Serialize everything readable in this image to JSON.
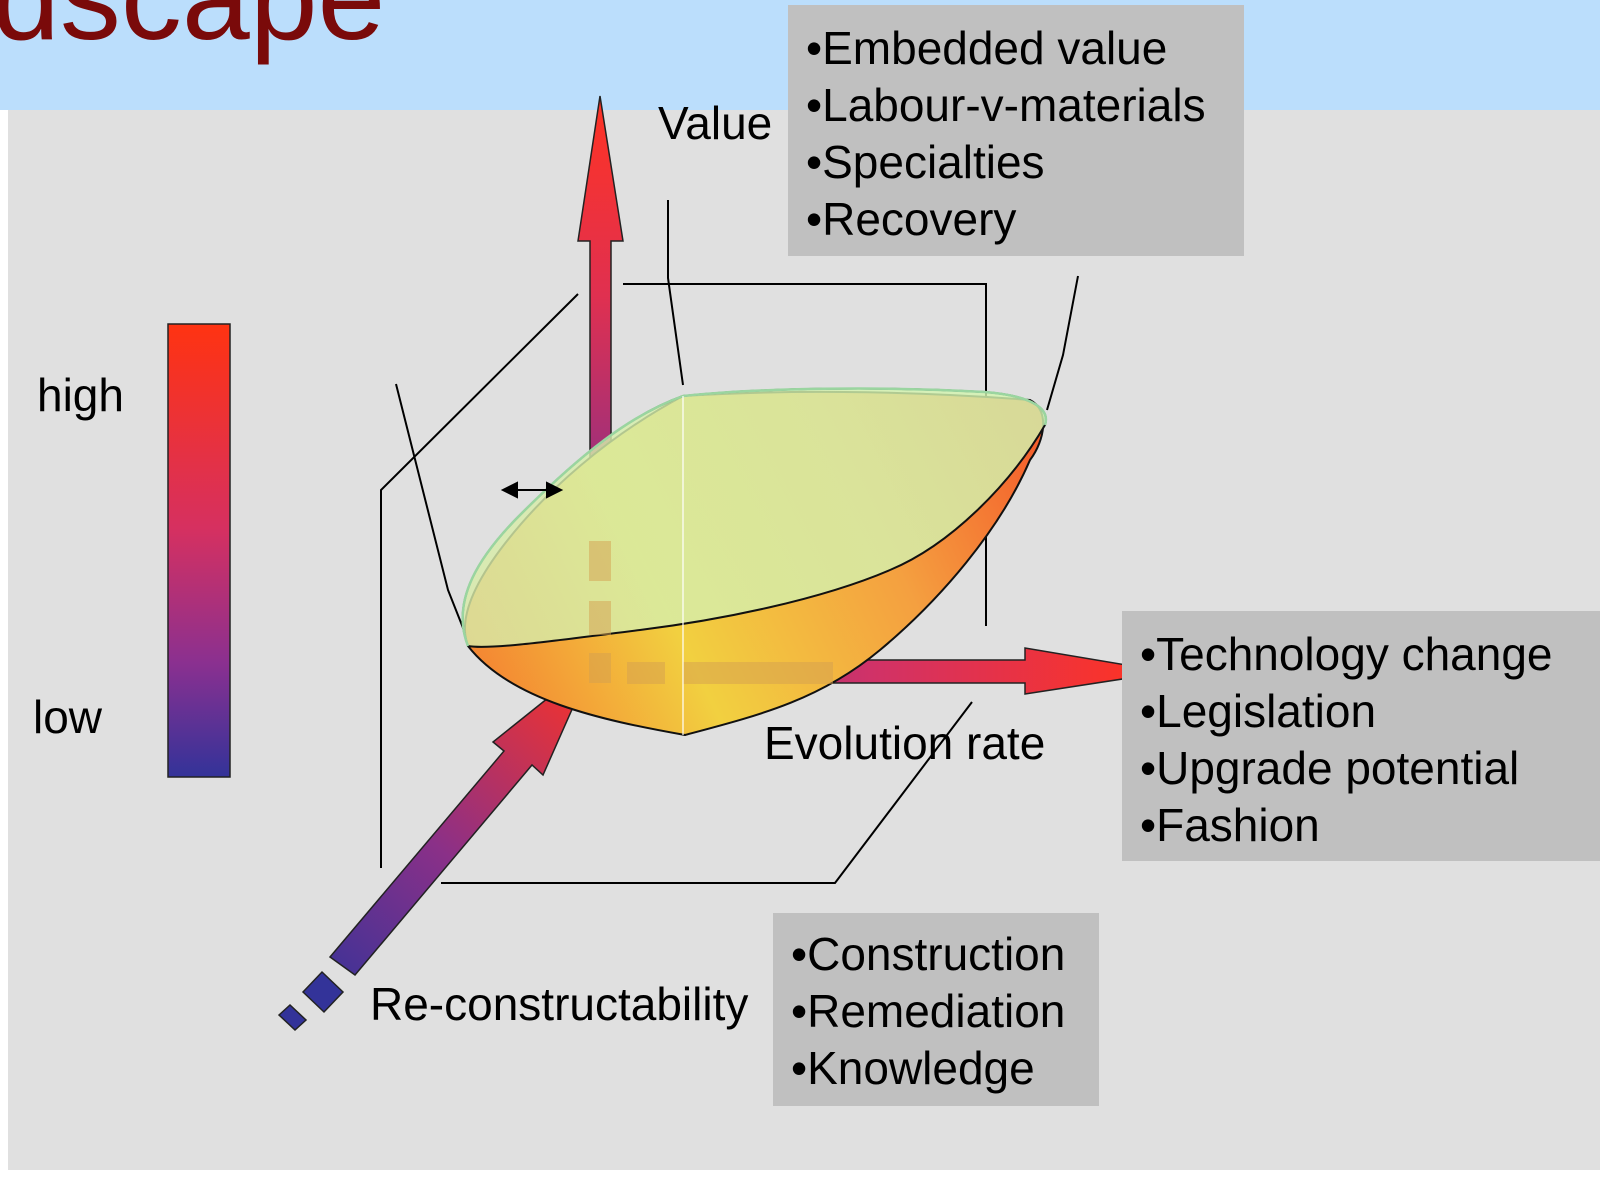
{
  "slide": {
    "title_fragment": "dscape",
    "colors": {
      "header_band": "#bbdefc",
      "title": "#7a0a0a",
      "panel": "#e0e0e0",
      "callout": "#c0c0c0",
      "gradient_high": "#ff3311",
      "gradient_low": "#333399",
      "surface_top": "#d2f2a8",
      "surface_under": "#f0c030"
    }
  },
  "scale": {
    "high_label": "high",
    "low_label": "low"
  },
  "axes": {
    "value": {
      "label": "Value",
      "factors": [
        "•Embedded value",
        "•Labour-v-materials",
        "•Specialties",
        "•Recovery"
      ]
    },
    "evolution_rate": {
      "label": "Evolution rate",
      "factors": [
        "•Technology change",
        "•Legislation",
        "•Upgrade potential",
        "•Fashion"
      ]
    },
    "reconstructability": {
      "label": "Re-constructability",
      "factors": [
        "•Construction",
        "•Remediation",
        "•Knowledge"
      ]
    }
  }
}
